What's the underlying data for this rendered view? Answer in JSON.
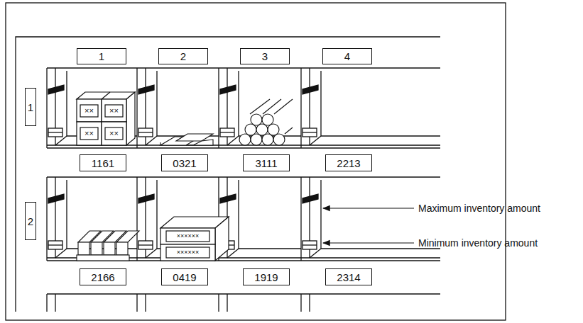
{
  "diagram": {
    "nodes": [
      {
        "text": [
          "1"
        ]
      },
      {
        "text": [
          "2"
        ]
      },
      {
        "text": [
          "3"
        ]
      },
      {
        "text": [
          "4"
        ]
      },
      {
        "text": [
          "1"
        ]
      },
      {
        "text": [
          "1161"
        ]
      },
      {
        "text": [
          "0321"
        ]
      },
      {
        "text": [
          "3111"
        ]
      },
      {
        "text": [
          "2213"
        ]
      },
      {
        "text": [
          "2"
        ]
      },
      {
        "text": [
          "2166"
        ]
      },
      {
        "text": [
          "0419"
        ]
      },
      {
        "text": [
          "1919"
        ]
      },
      {
        "text": [
          "2314"
        ]
      }
    ],
    "labels": [
      "××",
      "××",
      "××",
      "××",
      "××××××",
      "××××××",
      "Maximum inventory amount",
      "Minimum inventory amount"
    ]
  }
}
